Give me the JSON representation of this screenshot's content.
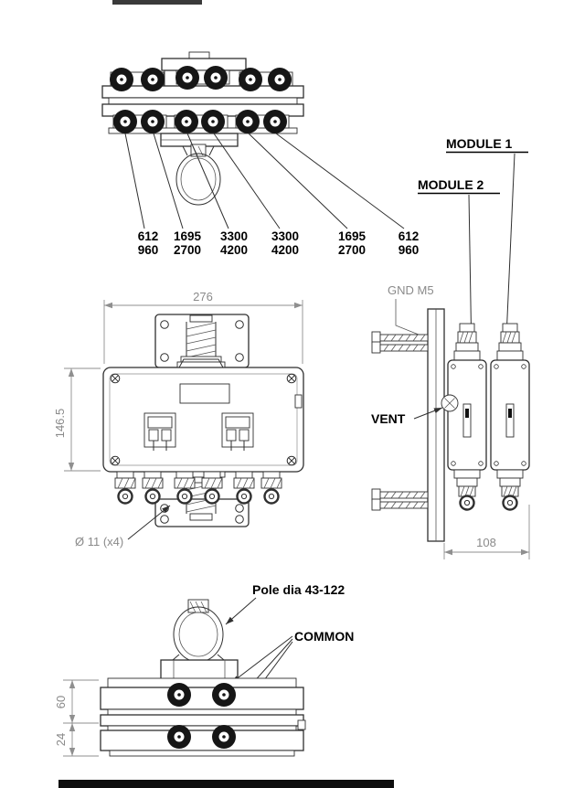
{
  "drawing": {
    "ratings": [
      {
        "primary": "612",
        "secondary": "960"
      },
      {
        "primary": "1695",
        "secondary": "2700"
      },
      {
        "primary": "3300",
        "secondary": "4200"
      },
      {
        "primary": "3300",
        "secondary": "4200"
      },
      {
        "primary": "1695",
        "secondary": "2700"
      },
      {
        "primary": "612",
        "secondary": "960"
      }
    ],
    "callouts": {
      "module1": "MODULE 1",
      "module2": "MODULE 2",
      "gnd": "GND M5",
      "vent": "VENT",
      "pole_dia": "Pole dia 43-122",
      "common": "COMMON",
      "mounting_hole": "Ø 11 (x4)"
    },
    "dimensions": {
      "front_width": "276",
      "front_height": "146.5",
      "side_depth": "108",
      "bottom_upper_height": "60",
      "bottom_base_height": "24"
    },
    "colors": {
      "line": "#2f2f2f",
      "dim_text": "#8a8a8a",
      "port_fill": "#161616"
    }
  }
}
